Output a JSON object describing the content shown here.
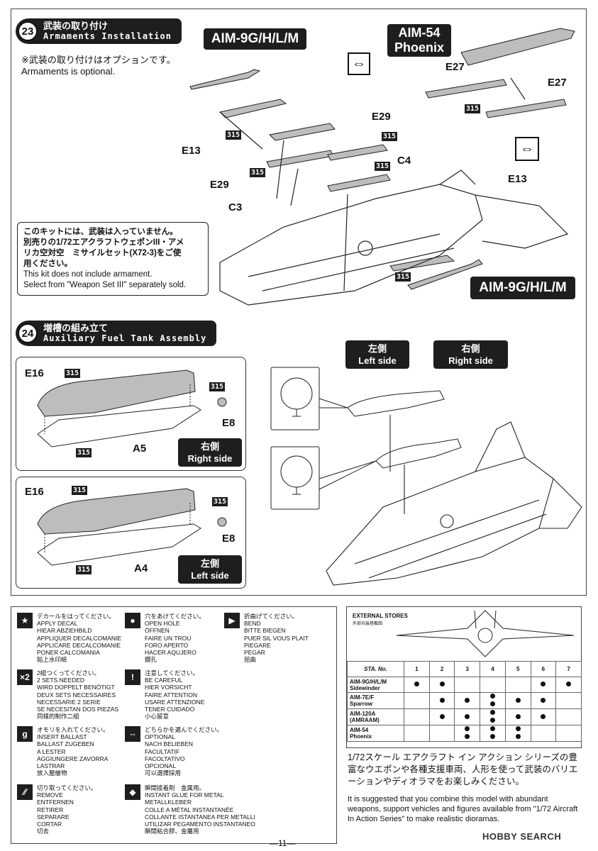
{
  "step23": {
    "number": "23",
    "title_jp": "武装の取り付け",
    "title_en": "Armaments Installation",
    "optional_jp": "※武装の取り付けはオプションです。",
    "optional_en": "Armaments is optional.",
    "aim9_top": "AIM-9G/H/L/M",
    "aim54_line1": "AIM-54",
    "aim54_line2": "Phoenix",
    "aim9_bottom": "AIM-9G/H/L/M",
    "parts": {
      "e27_a": "E27",
      "e27_b": "E27",
      "e29_a": "E29",
      "e29_b": "E29",
      "e13_a": "E13",
      "e13_b": "E13",
      "c3": "C3",
      "c4": "C4"
    },
    "paint": "315",
    "note_jp": [
      "このキットには、武装は入っていません。",
      "別売りの1/72エアクラフトウェポンIII・アメ",
      "リカ空対空　ミサイルセット(X72-3)をご使",
      "用ください。"
    ],
    "note_en": [
      "This kit does not include armament.",
      "Select from \"Weapon Set III\" separately sold."
    ]
  },
  "step24": {
    "number": "24",
    "title_jp": "増槽の組み立て",
    "title_en": "Auxiliary Fuel Tank Assembly",
    "right_panel": {
      "e16": "E16",
      "a5": "A5",
      "e8": "E8",
      "side_jp": "右側",
      "side_en": "Right side"
    },
    "left_panel": {
      "e16": "E16",
      "a4": "A4",
      "e8": "E8",
      "side_jp": "左側",
      "side_en": "Left side"
    },
    "left_label_jp": "左側",
    "left_label_en": "Left side",
    "right_label_jp": "右側",
    "right_label_en": "Right side"
  },
  "legend": [
    {
      "icon": "★",
      "name": "apply-decal",
      "lines": [
        "デカールをはってください。",
        "APPLY DECAL",
        "HIEAR ABZIEHBILD",
        "APPLIQUER DECALCOMANIE",
        "APPLICARE DECALCOMANIE",
        "PONER CALCOMANIA",
        "貼上水印紙"
      ]
    },
    {
      "icon": "●",
      "name": "open-hole",
      "lines": [
        "穴をあけてください。",
        "OPEN HOLE",
        "ÖFFNEN",
        "FAIRE UN TROU",
        "FORO APERTO",
        "HACER AQUJERO",
        "鑽孔"
      ]
    },
    {
      "icon": "▶",
      "name": "bend",
      "lines": [
        "折曲げてください。",
        "BEND",
        "BITTE BIEGEN",
        "PUER SIL VOUS PLAIT",
        "PIEGARE",
        "PEGAR",
        "屈曲"
      ]
    },
    {
      "icon": "×2",
      "name": "two-sets",
      "lines": [
        "2組つくってください。",
        "2 SETS NEEDED",
        "WIRD DOPPELT BENÖTIGT",
        "DEUX SETS NECESSAIRES",
        "NECESSARIE 2 SERIE",
        "SE NECESITAN DOS PIEZAS",
        "同樣的制作二組"
      ]
    },
    {
      "icon": "!",
      "name": "be-careful",
      "lines": [
        "注意してください。",
        "BE CAREFUL",
        "HIER VORSICHT",
        "FAIRE ATTENTION",
        "USARE ATTENZIONE",
        "TENER CUIDADO",
        "小心留意"
      ]
    },
    {
      "icon": "g",
      "name": "insert-ballast",
      "lines": [
        "オモリを入れてください。",
        "INSERT BALLAST",
        "BALLAST ZUGEBEN",
        "A LESTER",
        "AGGIUNGERE ZAVORRA",
        "LASTRAR",
        "放入壓艙物"
      ]
    },
    {
      "icon": "⇔",
      "name": "optional",
      "lines": [
        "どちらかを選んでください。",
        "OPTIONAL",
        "NACH BELIEBEN",
        "FACULTATIF",
        "FACOLTATIVO",
        "OPCIONAL",
        "可以選擇採用"
      ]
    },
    {
      "icon": "⁄⁄",
      "name": "remove",
      "lines": [
        "切り取ってください。",
        "REMOVE",
        "ENTFERNEN",
        "RETIRER",
        "SEPARARE",
        "CORTAR",
        "切去"
      ]
    },
    {
      "icon": "◆",
      "name": "instant-glue",
      "lines": [
        "瞬間接着剤　金属用。",
        "INSTANT GLUE FOR METAL",
        "METALLKLEBER",
        "COLLE A MÉTAL INSTANTANÉE",
        "COLLANTE ISTANTANEA PER METALLI",
        "UTILIZAR PEGAMENTO INSTANTANEO",
        "瞬間粘合膠、金屬用"
      ]
    }
  ],
  "external_stores": {
    "title": "EXTERNAL STORES",
    "subtitle": "外部兵装搭載図",
    "sta_label": "STA. No.",
    "stations": [
      "1",
      "2",
      "3",
      "4",
      "5",
      "6",
      "7"
    ],
    "rows": [
      {
        "name": [
          "AIM-9G/H/L/M",
          "Sidewinder"
        ],
        "dots": [
          1,
          1,
          0,
          0,
          0,
          1,
          1
        ]
      },
      {
        "name": [
          "AIM-7E/F",
          "Sparrow"
        ],
        "dots": [
          0,
          1,
          1,
          2,
          1,
          1,
          0
        ]
      },
      {
        "name": [
          "AIM-120A",
          "(AMRAAM)"
        ],
        "dots": [
          0,
          1,
          1,
          2,
          1,
          1,
          0
        ]
      },
      {
        "name": [
          "AIM-54",
          "Phoenix"
        ],
        "dots": [
          0,
          0,
          2,
          2,
          2,
          0,
          0
        ]
      }
    ]
  },
  "promo_jp": "1/72スケール エアクラフト イン アクション シリーズの豊富なウエポンや各種支援車両、人形を使って武装のバリエーションやディオラマをお楽しみください。",
  "promo_en": "It is suggested that you combine this model with abundant weapons, support vehicles and figures available from \"1/72 Aircraft In Action Series\" to make realistic dioramas.",
  "page_number": "—11—",
  "watermark": "HOBBY SEARCH"
}
